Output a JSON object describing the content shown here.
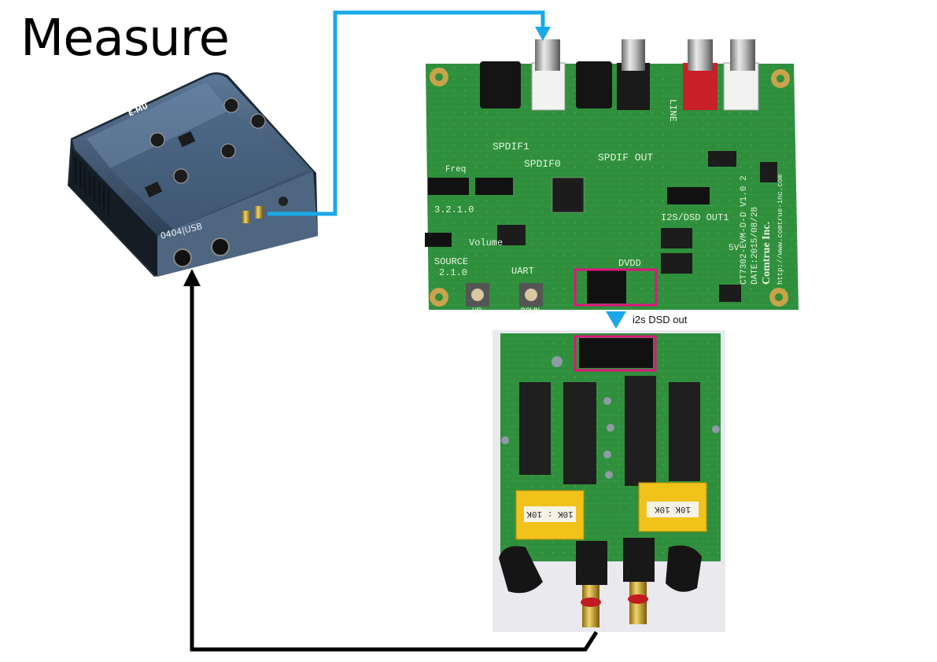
{
  "title": "Measure",
  "devices": {
    "interface": {
      "brand": "E-MU",
      "model": "0404|USB"
    },
    "dac_board": {
      "silk_labels": [
        "SPDIF1",
        "SPDIF0",
        "SPDIF OUT",
        "I2S/DSD OUT1",
        "SOURCE",
        "2.1.0",
        "Volume",
        "UART",
        "DVDD",
        "LINE",
        "5V",
        "3.2.1.0",
        "Freq",
        "UP",
        "DOWN"
      ],
      "vertical_text": [
        "CT7302-EVM-D-D V1.0 2",
        "DATE:2015/08/28",
        "Comtrue Inc.",
        "http://www.comtrue-inc.com"
      ]
    },
    "output_board": {
      "transformer_labels": [
        "10K : 10K",
        "10K  10K"
      ]
    }
  },
  "connections": {
    "digital_color": "#1aa9e8",
    "return_color": "#000000",
    "highlight_color": "#e0157f",
    "i2s_label": "i2s DSD out"
  }
}
